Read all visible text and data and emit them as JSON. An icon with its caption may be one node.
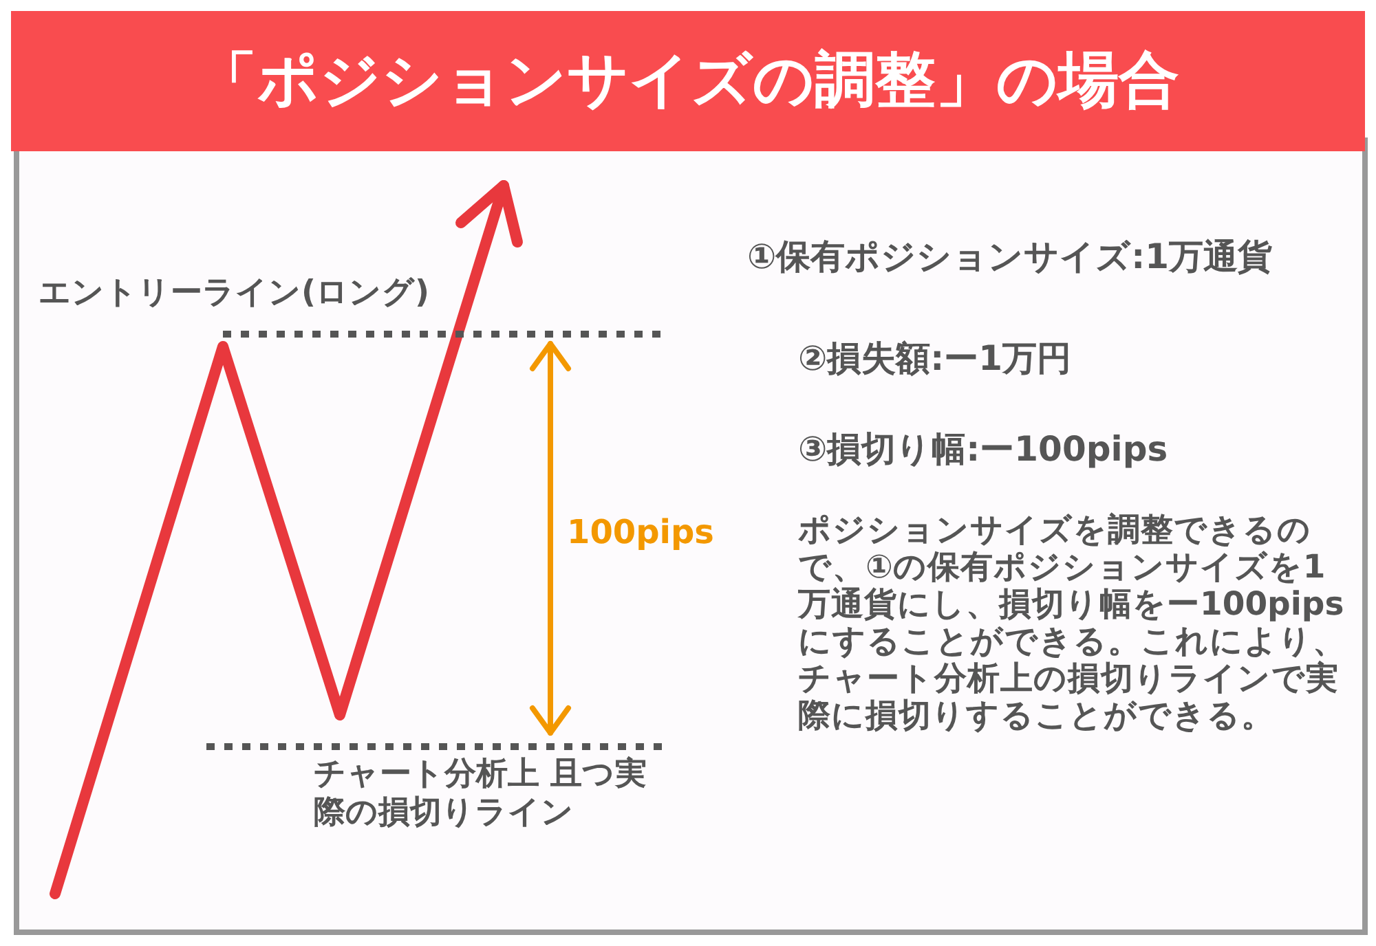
{
  "diagram": {
    "title": "「ポジションサイズの調整」の場合",
    "labels": [
      "エントリーライン(ロング)",
      "100pips",
      "チャート分析上 且つ実際の損切りライン",
      "①保有ポジションサイズ:1万通貨",
      "②損失額:ー1万円",
      "③損切り幅:ー100pips",
      "ポジションサイズを調整できるので、①の保有ポジションサイズを1万通貨にし、損切り幅をー100pipsにすることができる。これにより、チャート分析上の損切りラインで実際に損切りすることができる。"
    ]
  }
}
